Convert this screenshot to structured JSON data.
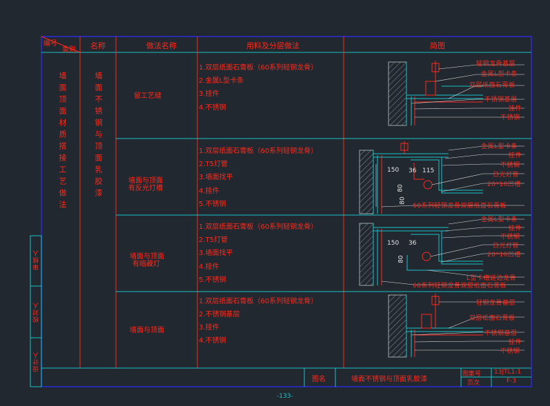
{
  "header": {
    "no_label": "编号",
    "category_label": "类别",
    "name_label": "名称",
    "method_label": "做法名称",
    "material_label": "用料及分层做法",
    "sketch_label": "简图"
  },
  "category": "墙面顶面材质搭接工艺做法",
  "name": "墙面不锈钢与顶面乳胶漆",
  "side_labels": [
    "审核人",
    "校对人",
    "设计人"
  ],
  "rows": [
    {
      "method": "留工艺缝",
      "materials": [
        "1.双层纸面石膏板（60系列轻钢龙骨）",
        "2.金属L型卡条",
        "3.挂件",
        "4.不锈钢"
      ],
      "callouts": [
        "轻钢龙骨基层",
        "金属L型卡条",
        "双层纸面石膏板",
        "不锈钢基层",
        "挂件",
        "不锈钢"
      ]
    },
    {
      "method": "墙面与顶面有反光灯槽",
      "materials": [
        "1.双层纸面石膏板（60系列轻钢龙骨）",
        "2.T5灯管",
        "3.墙面找平",
        "4.挂件",
        "5.不锈钢"
      ],
      "callouts": [
        "金属L型卡条",
        "挂件",
        "不锈钢",
        "日光灯管",
        "20*10凹槽",
        "60系列轻钢龙骨双层纸面石膏板"
      ],
      "dims": [
        "150",
        "36",
        "115",
        "80",
        "80"
      ]
    },
    {
      "method": "墙面与顶面有暗藏灯",
      "materials": [
        "1.双层纸面石膏板（60系列轻钢龙骨）",
        "2.T5灯管",
        "3.墙面找平",
        "4.挂件",
        "5.不锈钢"
      ],
      "callouts": [
        "金属L型卡条",
        "挂件",
        "不锈钢",
        "日光灯管",
        "20*10凹槽",
        "L型卡槽延边龙骨",
        "60系列轻钢龙骨双层纸面石膏板"
      ],
      "dims": [
        "150",
        "36",
        "80"
      ]
    },
    {
      "method": "墙面与顶面",
      "materials": [
        "1.双层纸面石膏板（60系列轻钢龙骨）",
        "2.不锈钢基层",
        "3.挂件",
        "4.不锈钢"
      ],
      "callouts": [
        "轻钢龙骨基层",
        "双层纸面石膏板",
        "不锈钢基层",
        "挂件",
        "不锈钢"
      ]
    }
  ],
  "footer": {
    "drawing_name_label": "图名",
    "drawing_name": "墙面不锈钢与顶面乳胶漆",
    "atlas_label": "图集号",
    "atlas_value": "13JTL1-1",
    "page_label": "页次",
    "page_value": "F-3",
    "page_number": "-133-"
  },
  "colors": {
    "background": "#212830",
    "frame": "#2b2bd9",
    "grid": "#19c3c9",
    "text": "#ff2a1a"
  }
}
